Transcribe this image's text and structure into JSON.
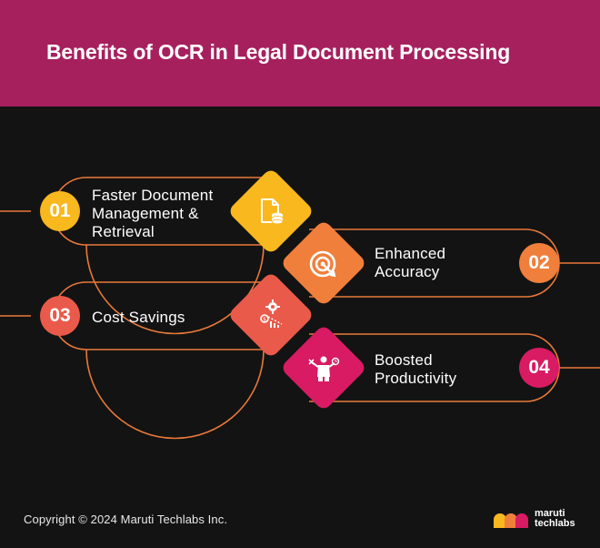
{
  "header": {
    "title": "Benefits of OCR in Legal Document Processing"
  },
  "benefits": [
    {
      "number": "01",
      "lines": [
        "Faster Document",
        "Management &",
        "Retrieval"
      ],
      "color": "#f9b81e",
      "icon": "document-database-icon"
    },
    {
      "number": "02",
      "lines": [
        "Enhanced",
        "Accuracy"
      ],
      "color": "#f07f3c",
      "icon": "target-icon"
    },
    {
      "number": "03",
      "lines": [
        "Cost Savings"
      ],
      "color": "#ea5a4a",
      "icon": "cost-gear-icon"
    },
    {
      "number": "04",
      "lines": [
        "Boosted",
        "Productivity"
      ],
      "color": "#d81b62",
      "icon": "multitasking-person-icon"
    }
  ],
  "footer": {
    "copyright": "Copyright © 2024 Maruti Techlabs Inc."
  },
  "logo": {
    "line1": "maruti",
    "line2": "techlabs"
  },
  "colors": {
    "header": "#a6205e",
    "background": "#131313",
    "connector": "#e9793a"
  }
}
